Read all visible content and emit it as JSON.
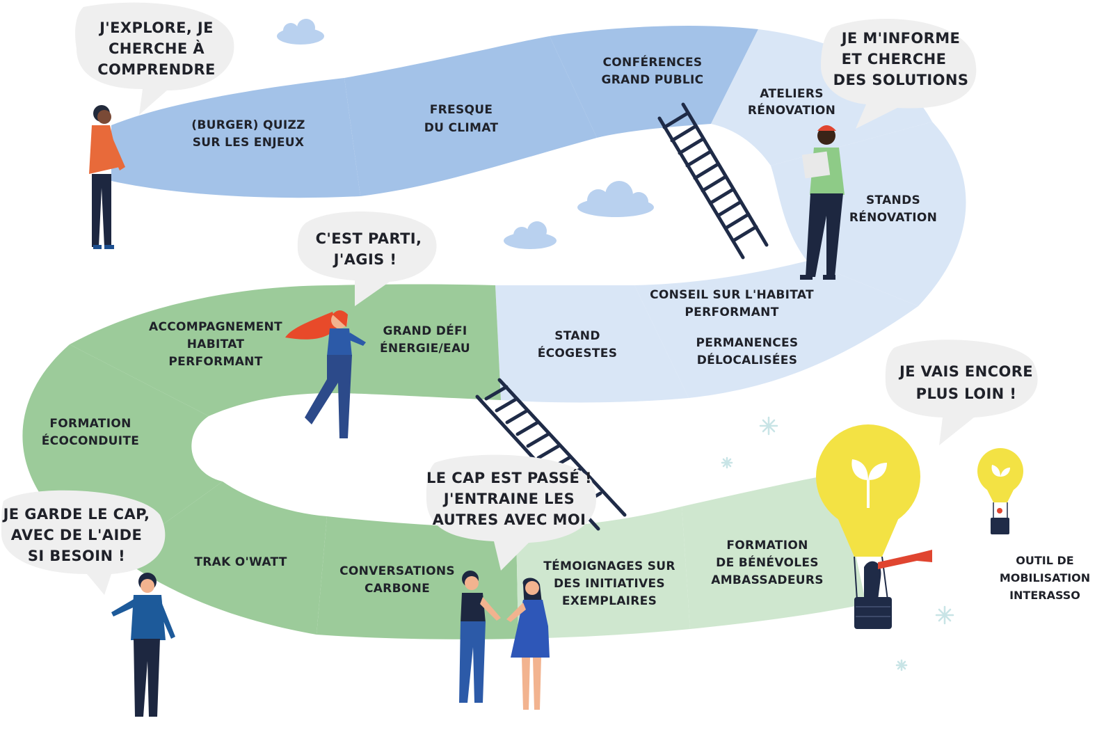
{
  "tiles": {
    "quizz": [
      "(BURGER) QUIZZ",
      "SUR LES ENJEUX"
    ],
    "fresque": [
      "FRESQUE",
      "DU CLIMAT"
    ],
    "conferences": [
      "CONFÉRENCES",
      "GRAND PUBLIC"
    ],
    "ateliers": [
      "ATELIERS",
      "RÉNOVATION"
    ],
    "stands_renovation": [
      "STANDS",
      "RÉNOVATION"
    ],
    "conseil": [
      "CONSEIL SUR L'HABITAT",
      "PERFORMANT"
    ],
    "permanences": [
      "PERMANENCES",
      "DÉLOCALISÉES"
    ],
    "stand_ecogestes": [
      "STAND",
      "ÉCOGESTES"
    ],
    "grand_defi": [
      "GRAND DÉFI",
      "ÉNERGIE/EAU"
    ],
    "accompagnement": [
      "ACCOMPAGNEMENT",
      "HABITAT",
      "PERFORMANT"
    ],
    "formation_ecoconduite": [
      "FORMATION",
      "ÉCOCONDUITE"
    ],
    "trak_owatt": [
      "TRAK O'WATT"
    ],
    "conversations": [
      "CONVERSATIONS",
      "CARBONE"
    ],
    "temoignages": [
      "TÉMOIGNAGES SUR",
      "DES INITIATIVES",
      "EXEMPLAIRES"
    ],
    "formation_benevoles": [
      "FORMATION",
      "DE BÉNÉVOLES",
      "AMBASSADEURS"
    ]
  },
  "bubbles": {
    "explore": [
      "J'EXPLORE, JE",
      "CHERCHE À",
      "COMPRENDRE"
    ],
    "informe": [
      "JE M'INFORME",
      "ET CHERCHE",
      "DES SOLUTIONS"
    ],
    "parti": [
      "C'EST PARTI,",
      "J'AGIS !"
    ],
    "garde": [
      "JE GARDE LE CAP,",
      "AVEC DE L'AIDE",
      "SI BESOIN !"
    ],
    "cap": [
      "LE CAP EST PASSÉ !",
      "J'ENTRAINE LES",
      "AUTRES AVEC MOI"
    ],
    "loin": [
      "JE VAIS ENCORE",
      "PLUS LOIN !"
    ]
  },
  "outil": [
    "OUTIL DE",
    "MOBILISATION",
    "INTERASSO"
  ],
  "colors": {
    "blue_dark": "#a3c2e8",
    "blue_light": "#d9e6f6",
    "green_dark": "#9ccb9a",
    "green_light": "#cfe7cf",
    "bubble": "#efefef",
    "ink": "#1f2b47",
    "bulb": "#f3e244"
  }
}
